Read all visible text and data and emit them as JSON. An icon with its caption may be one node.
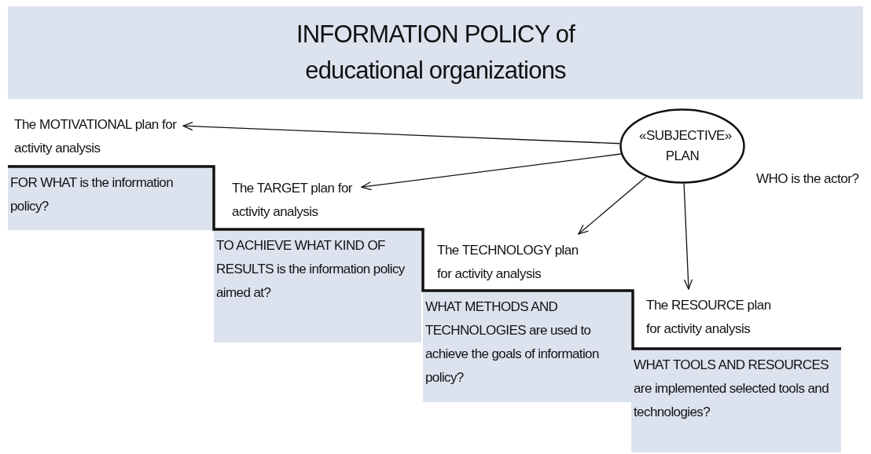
{
  "diagram": {
    "title": "INFORMATION POLICY of educational organizations",
    "nodes": [
      {
        "text": [
          "The MOTIVATIONAL plan for activity analysis"
        ]
      },
      {
        "text": [
          "FOR WHAT is the information policy?"
        ]
      },
      {
        "text": [
          "The TARGET plan for activity analysis"
        ]
      },
      {
        "text": [
          "TO ACHIEVE WHAT KIND OF RESULTS is the information policy aimed at?"
        ]
      },
      {
        "text": [
          "The TECHNOLOGY plan for activity analysis"
        ]
      },
      {
        "text": [
          "WHAT METHODS AND TECHNOLOGIES are used to achieve the goals of information policy?"
        ]
      },
      {
        "text": [
          "The RESOURCE plan for activity analysis"
        ]
      },
      {
        "text": [
          "WHAT TOOLS AND RESOURCES are implemented selected tools and technologies?"
        ]
      },
      {
        "text": [
          "«SUBJECTIVE» PLAN"
        ],
        "beside": [
          "WHO is the actor?"
        ]
      }
    ],
    "edges": [
      {
        "from": 8,
        "to": 0,
        "arrow": "to"
      },
      {
        "from": 8,
        "to": 2,
        "arrow": "to"
      },
      {
        "from": 8,
        "to": 4,
        "arrow": "to"
      },
      {
        "from": 8,
        "to": 6,
        "arrow": "to"
      }
    ]
  }
}
